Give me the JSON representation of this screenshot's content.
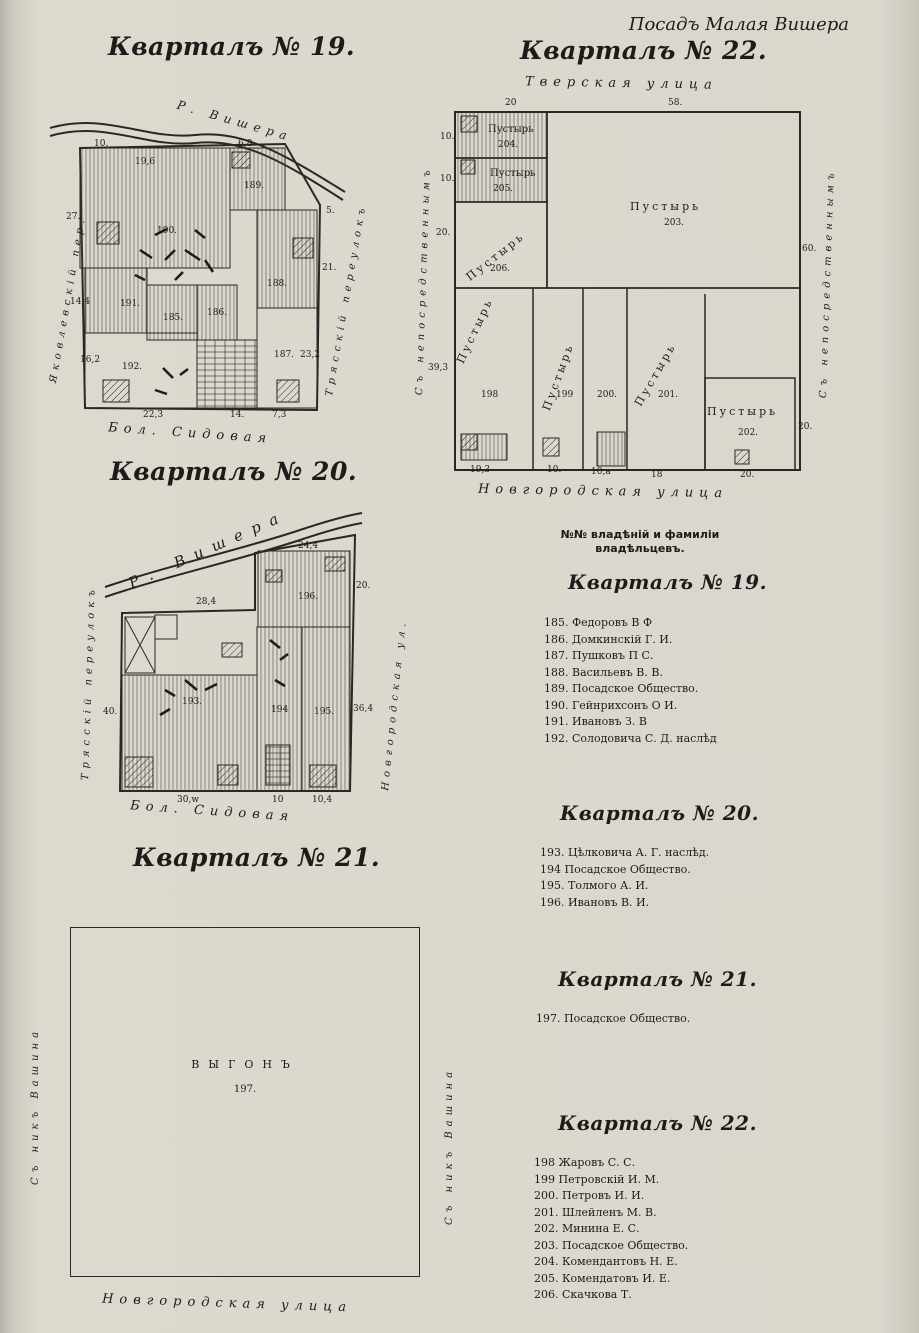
{
  "page": {
    "running_title": "Посадъ Малая Вишера"
  },
  "blocks": {
    "b19": {
      "title": "Кварталъ № 19."
    },
    "b20": {
      "title": "Кварталъ № 20."
    },
    "b21": {
      "title": "Кварталъ № 21."
    },
    "b22": {
      "title": "Кварталъ № 22."
    }
  },
  "map19": {
    "river_label": "Р. Вишера",
    "left_street": "Яковлевскій пер.",
    "right_street": "Трясскій переулокъ",
    "bottom_street": "Бол. Сидовая",
    "lots": [
      "190.",
      "189.",
      "188.",
      "191.",
      "185.",
      "186.",
      "187.",
      "192."
    ],
    "dims": [
      "10.",
      "19,6",
      "6,8",
      "5.",
      "27.",
      "21.",
      "14,4",
      "16,2",
      "23,2",
      "22,3",
      "14.",
      "7,3"
    ]
  },
  "map20": {
    "river_label": "Р. Вишера",
    "left_street": "Трясскій переулокъ",
    "right_street": "Новгородская ул.",
    "bottom_street": "Бол. Сидовая",
    "lots": [
      "193.",
      "194",
      "195.",
      "196."
    ],
    "dims": [
      "28,4",
      "24,4",
      "20.",
      "40.",
      "36,4",
      "30,w",
      "10",
      "10,4"
    ]
  },
  "map21": {
    "label": "ВЫГОНЪ",
    "lot": "197.",
    "bottom_street": "Новгородская улица",
    "left_side": "Съ никъ Вашина",
    "right_side": "Съ никъ Вашина"
  },
  "map22": {
    "top_street": "Тверская улица",
    "bottom_street": "Новгородская улица",
    "left_side": "Съ непосредственнымъ",
    "right_side": "Съ непосредственнымъ",
    "lots": [
      {
        "name": "Пустырь",
        "num": "204."
      },
      {
        "name": "Пустырь",
        "num": "205."
      },
      {
        "name": "Пустырь",
        "num": "203."
      },
      {
        "name": "Пустырь",
        "num": "206."
      },
      {
        "name": "Пустырь",
        "num": "198"
      },
      {
        "name": "Пустырь",
        "num": "199"
      },
      {
        "name": "",
        "num": "200."
      },
      {
        "name": "Пустырь",
        "num": "201."
      },
      {
        "name": "Пустырь",
        "num": "202."
      }
    ],
    "dims": [
      "20",
      "58.",
      "10.",
      "10.",
      "20.",
      "39,3",
      "60.",
      "20.",
      "19,3",
      "10.",
      "10,a",
      "18",
      "20."
    ]
  },
  "legend": {
    "title": "№№ владѣній и фамиліи владѣльцевъ.",
    "sections": [
      {
        "title": "Кварталъ № 19.",
        "items": [
          "185. Федоровъ В Ф",
          "186. Домкинскій Г. И.",
          "187. Пушковъ П С.",
          "188. Васильевъ В. В.",
          "189. Посадское Общество.",
          "190. Гейнрихсонъ О И.",
          "191. Ивановъ З. В",
          "192. Солодовича С. Д. наслѣд"
        ]
      },
      {
        "title": "Кварталъ № 20.",
        "items": [
          "193. Цѣлковича А. Г. наслѣд.",
          "194 Посадское Общество.",
          "195. Толмого А. И.",
          "196. Ивановъ В. И."
        ]
      },
      {
        "title": "Кварталъ № 21.",
        "items": [
          "197. Посадское Общество."
        ]
      },
      {
        "title": "Кварталъ № 22.",
        "items": [
          "198 Жаровъ С. С.",
          "199 Петровскій И. М.",
          "200. Петровъ И. И.",
          "201. Шлейленъ М. В.",
          "202. Минина Е. С.",
          "203. Посадское Общество.",
          "204. Комендантовъ Н. Е.",
          "205. Комендатовъ И. Е.",
          "206. Скачкова Т."
        ]
      }
    ]
  }
}
